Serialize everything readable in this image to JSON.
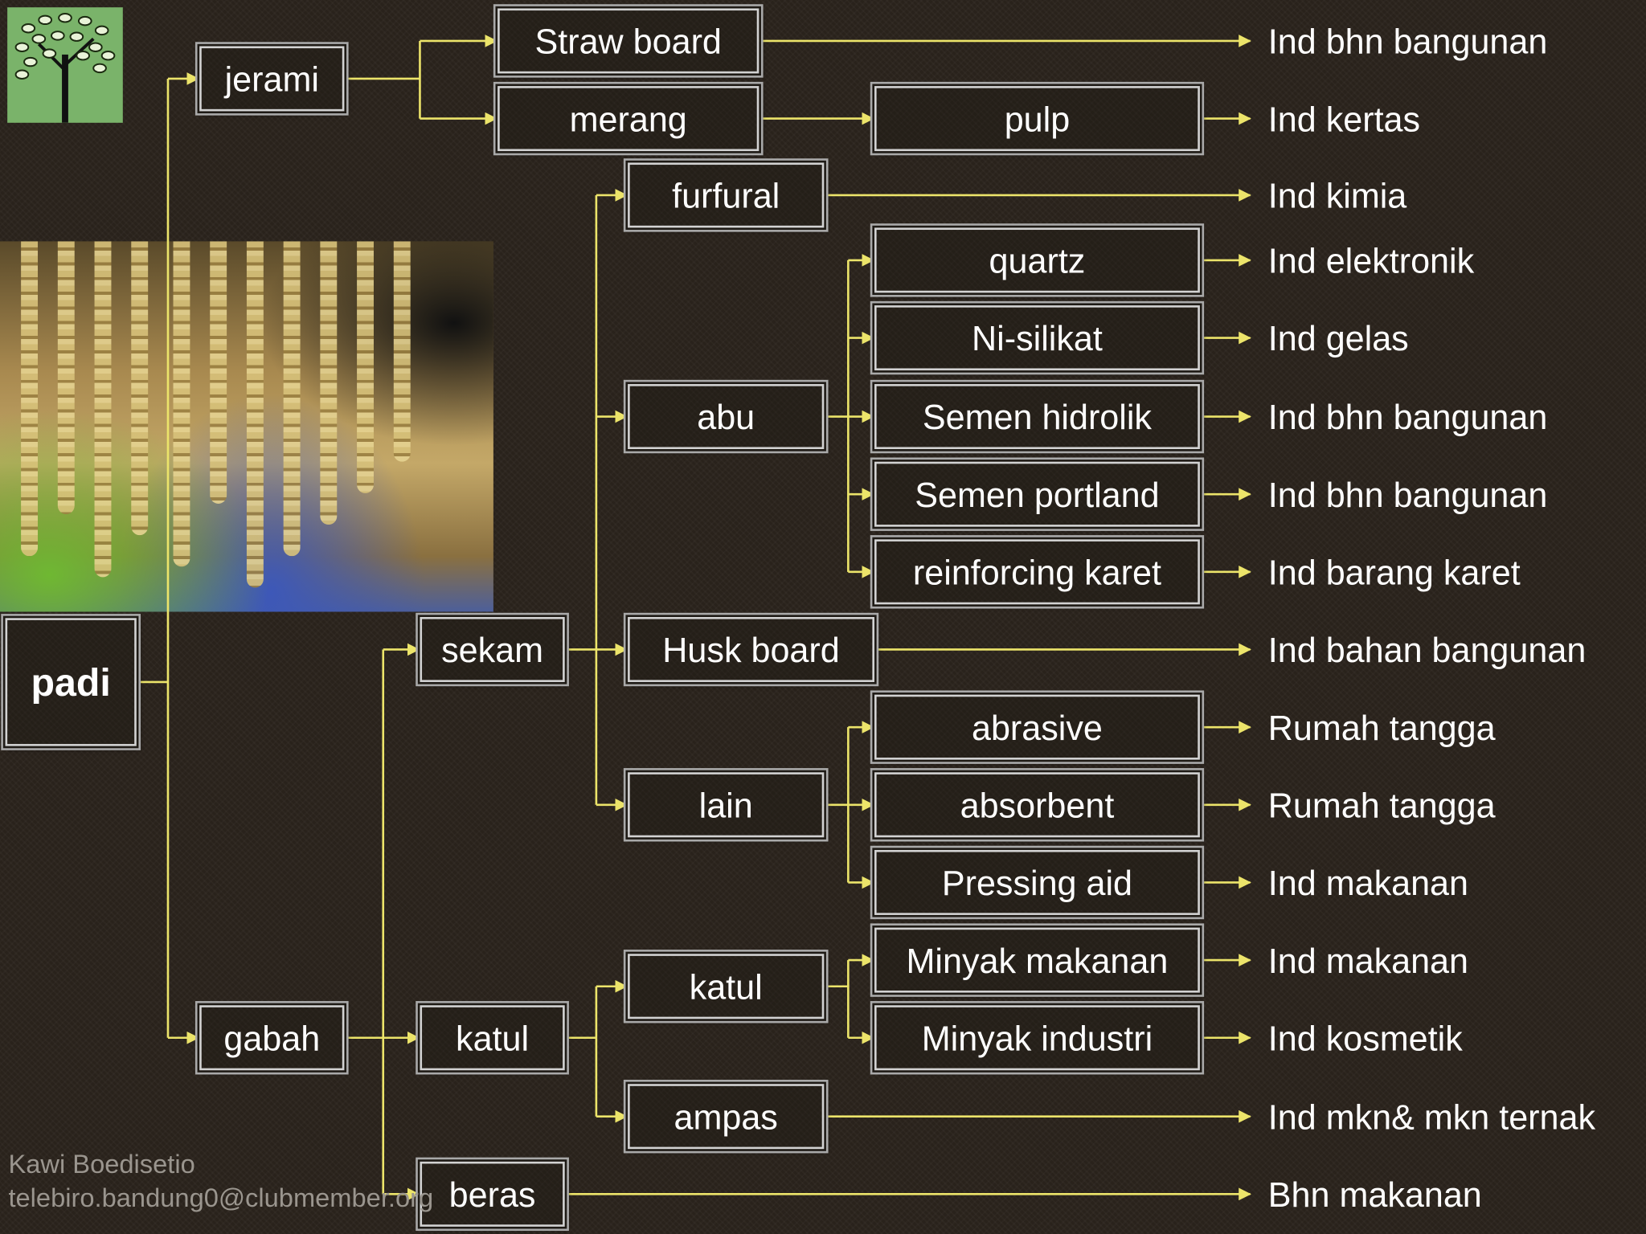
{
  "nodes": {
    "padi": "padi",
    "jerami": "jerami",
    "gabah": "gabah",
    "straw_board": "Straw board",
    "merang": "merang",
    "pulp": "pulp",
    "furfural": "furfural",
    "abu": "abu",
    "quartz": "quartz",
    "ni_silikat": "Ni-silikat",
    "semen_hidrolik": "Semen hidrolik",
    "semen_portland": "Semen portland",
    "reinforcing_karet": "reinforcing karet",
    "sekam": "sekam",
    "husk_board": "Husk board",
    "lain": "lain",
    "abrasive": "abrasive",
    "absorbent": "absorbent",
    "pressing_aid": "Pressing aid",
    "katul_1": "katul",
    "katul_2": "katul",
    "minyak_makanan": "Minyak makanan",
    "minyak_industri": "Minyak industri",
    "ampas": "ampas",
    "beras": "beras"
  },
  "outputs": {
    "straw_board": "Ind bhn bangunan",
    "pulp": "Ind kertas",
    "furfural": "Ind kimia",
    "quartz": "Ind elektronik",
    "ni_silikat": "Ind gelas",
    "semen_hidrolik": "Ind bhn bangunan",
    "semen_portland": "Ind bhn bangunan",
    "reinforcing_karet": "Ind barang karet",
    "husk_board": "Ind bahan bangunan",
    "abrasive": "Rumah tangga",
    "absorbent": "Rumah tangga",
    "pressing_aid": "Ind makanan",
    "minyak_makanan": "Ind makanan",
    "minyak_industri": "Ind kosmetik",
    "ampas": "Ind mkn& mkn ternak",
    "beras": "Bhn makanan"
  },
  "credit": {
    "author": "Kawi Boedisetio",
    "email": "telebiro.bandung0@clubmember.org"
  },
  "colors": {
    "connector": "#ece46a",
    "background": "#2b241d",
    "text": "#ffffff"
  }
}
